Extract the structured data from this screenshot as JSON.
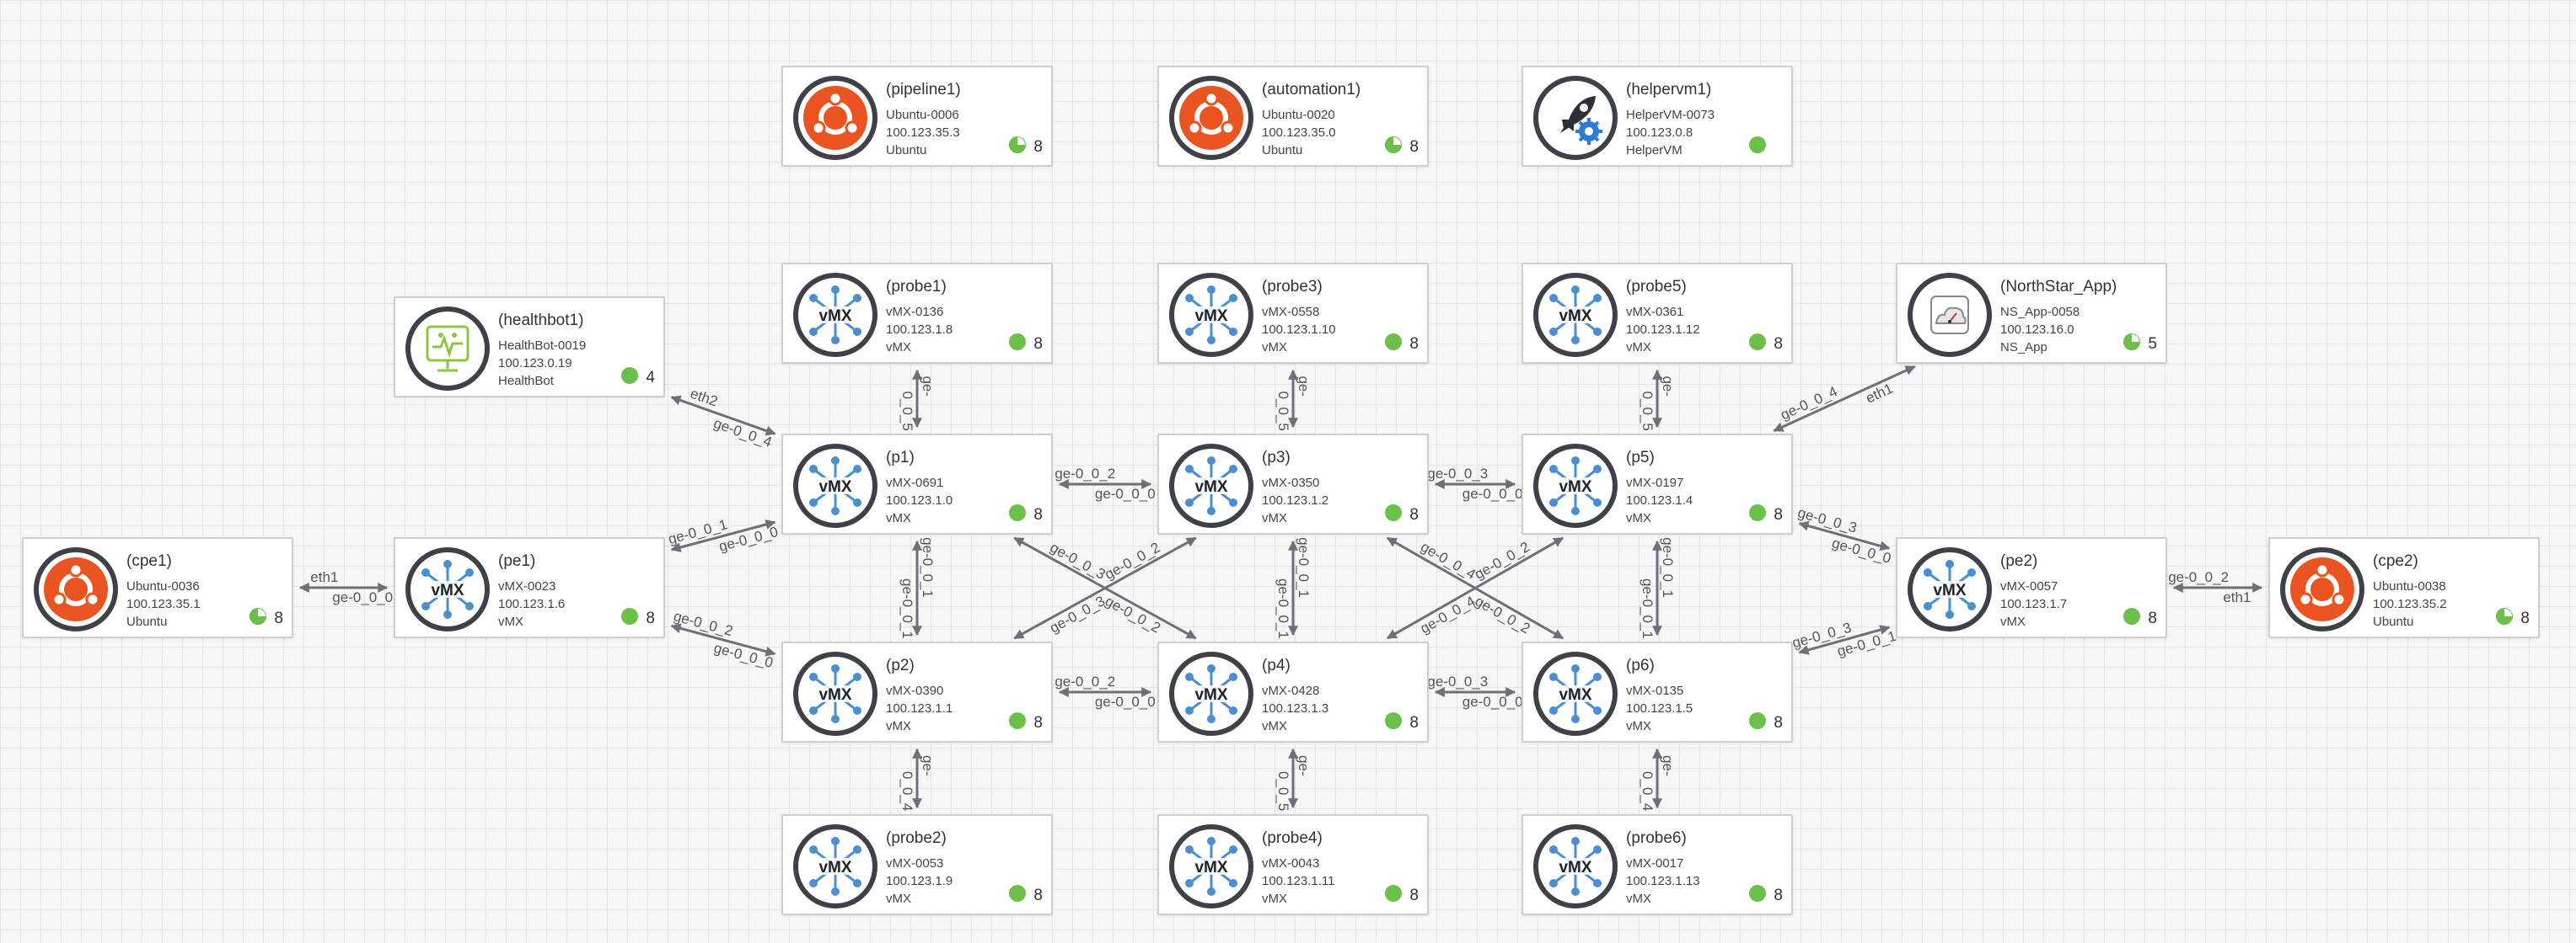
{
  "colors": {
    "link": "#6e7079",
    "status_ok": "#6cc04a",
    "ubuntu_orange": "#e95420",
    "vmx_blue": "#4a8fcf",
    "healthbot_green": "#8cc63f",
    "node_ring": "#3e4148"
  },
  "nodes": {
    "pipeline1": {
      "name": "(pipeline1)",
      "id": "Ubuntu-0006",
      "ip": "100.123.35.3",
      "type": "Ubuntu",
      "icon": "ubuntu-icon",
      "status": "partial",
      "count": "8"
    },
    "automation1": {
      "name": "(automation1)",
      "id": "Ubuntu-0020",
      "ip": "100.123.35.0",
      "type": "Ubuntu",
      "icon": "ubuntu-icon",
      "status": "partial",
      "count": "8"
    },
    "helpervm1": {
      "name": "(helpervm1)",
      "id": "HelperVM-0073",
      "ip": "100.123.0.8",
      "type": "HelperVM",
      "icon": "rocket-gear-icon",
      "status": "ok",
      "count": ""
    },
    "probe1": {
      "name": "(probe1)",
      "id": "vMX-0136",
      "ip": "100.123.1.8",
      "type": "vMX",
      "icon": "vmx-icon",
      "status": "ok",
      "count": "8"
    },
    "probe3": {
      "name": "(probe3)",
      "id": "vMX-0558",
      "ip": "100.123.1.10",
      "type": "vMX",
      "icon": "vmx-icon",
      "status": "ok",
      "count": "8"
    },
    "probe5": {
      "name": "(probe5)",
      "id": "vMX-0361",
      "ip": "100.123.1.12",
      "type": "vMX",
      "icon": "vmx-icon",
      "status": "ok",
      "count": "8"
    },
    "northstar": {
      "name": "(NorthStar_App)",
      "id": "NS_App-0058",
      "ip": "100.123.16.0",
      "type": "NS_App",
      "icon": "northstar-icon",
      "status": "partial",
      "count": "5"
    },
    "healthbot1": {
      "name": "(healthbot1)",
      "id": "HealthBot-0019",
      "ip": "100.123.0.19",
      "type": "HealthBot",
      "icon": "healthbot-icon",
      "status": "ok",
      "count": "4"
    },
    "p1": {
      "name": "(p1)",
      "id": "vMX-0691",
      "ip": "100.123.1.0",
      "type": "vMX",
      "icon": "vmx-icon",
      "status": "ok",
      "count": "8"
    },
    "p3": {
      "name": "(p3)",
      "id": "vMX-0350",
      "ip": "100.123.1.2",
      "type": "vMX",
      "icon": "vmx-icon",
      "status": "ok",
      "count": "8"
    },
    "p5": {
      "name": "(p5)",
      "id": "vMX-0197",
      "ip": "100.123.1.4",
      "type": "vMX",
      "icon": "vmx-icon",
      "status": "ok",
      "count": "8"
    },
    "cpe1": {
      "name": "(cpe1)",
      "id": "Ubuntu-0036",
      "ip": "100.123.35.1",
      "type": "Ubuntu",
      "icon": "ubuntu-icon",
      "status": "partial",
      "count": "8"
    },
    "pe1": {
      "name": "(pe1)",
      "id": "vMX-0023",
      "ip": "100.123.1.6",
      "type": "vMX",
      "icon": "vmx-icon",
      "status": "ok",
      "count": "8"
    },
    "pe2": {
      "name": "(pe2)",
      "id": "vMX-0057",
      "ip": "100.123.1.7",
      "type": "vMX",
      "icon": "vmx-icon",
      "status": "ok",
      "count": "8"
    },
    "cpe2": {
      "name": "(cpe2)",
      "id": "Ubuntu-0038",
      "ip": "100.123.35.2",
      "type": "Ubuntu",
      "icon": "ubuntu-icon",
      "status": "partial",
      "count": "8"
    },
    "p2": {
      "name": "(p2)",
      "id": "vMX-0390",
      "ip": "100.123.1.1",
      "type": "vMX",
      "icon": "vmx-icon",
      "status": "ok",
      "count": "8"
    },
    "p4": {
      "name": "(p4)",
      "id": "vMX-0428",
      "ip": "100.123.1.3",
      "type": "vMX",
      "icon": "vmx-icon",
      "status": "ok",
      "count": "8"
    },
    "p6": {
      "name": "(p6)",
      "id": "vMX-0135",
      "ip": "100.123.1.5",
      "type": "vMX",
      "icon": "vmx-icon",
      "status": "ok",
      "count": "8"
    },
    "probe2": {
      "name": "(probe2)",
      "id": "vMX-0053",
      "ip": "100.123.1.9",
      "type": "vMX",
      "icon": "vmx-icon",
      "status": "ok",
      "count": "8"
    },
    "probe4": {
      "name": "(probe4)",
      "id": "vMX-0043",
      "ip": "100.123.1.11",
      "type": "vMX",
      "icon": "vmx-icon",
      "status": "ok",
      "count": "8"
    },
    "probe6": {
      "name": "(probe6)",
      "id": "vMX-0017",
      "ip": "100.123.1.13",
      "type": "vMX",
      "icon": "vmx-icon",
      "status": "ok",
      "count": "8"
    }
  },
  "links": [
    {
      "from": "healthbot1",
      "to": "p1",
      "label_a": "eth2",
      "label_b": "ge-0_0_4"
    },
    {
      "from": "p5",
      "to": "northstar",
      "label_a": "ge-0_0_4",
      "label_b": "eth1"
    },
    {
      "from": "cpe1",
      "to": "pe1",
      "label_a": "eth1",
      "label_b": "ge-0_0_0"
    },
    {
      "from": "pe2",
      "to": "cpe2",
      "label_a": "ge-0_0_2",
      "label_b": "eth1"
    },
    {
      "from": "pe1",
      "to": "p1",
      "label_a": "ge-0_0_1",
      "label_b": "ge-0_0_0"
    },
    {
      "from": "pe1",
      "to": "p2",
      "label_a": "ge-0_0_2",
      "label_b": "ge-0_0_0"
    },
    {
      "from": "p5",
      "to": "pe2",
      "label_a": "ge-0_0_3",
      "label_b": "ge-0_0_0"
    },
    {
      "from": "p6",
      "to": "pe2",
      "label_a": "ge-0_0_3",
      "label_b": "ge-0_0_1"
    },
    {
      "from": "p1",
      "to": "p3",
      "label_a": "ge-0_0_2",
      "label_b": "ge-0_0_0"
    },
    {
      "from": "p3",
      "to": "p5",
      "label_a": "ge-0_0_3",
      "label_b": "ge-0_0_0"
    },
    {
      "from": "p2",
      "to": "p4",
      "label_a": "ge-0_0_2",
      "label_b": "ge-0_0_0"
    },
    {
      "from": "p4",
      "to": "p6",
      "label_a": "ge-0_0_3",
      "label_b": "ge-0_0_0"
    },
    {
      "from": "p1",
      "to": "p2",
      "label_a": "ge-0_0_1",
      "label_b": "ge-0_0_1"
    },
    {
      "from": "p3",
      "to": "p4",
      "label_a": "ge-0_0_1",
      "label_b": "ge-0_0_1"
    },
    {
      "from": "p5",
      "to": "p6",
      "label_a": "ge-0_0_1",
      "label_b": "ge-0_0_1"
    },
    {
      "from": "p1",
      "to": "p4",
      "label_a": "ge-0_0_3",
      "label_b": "ge-0_0_2"
    },
    {
      "from": "p3",
      "to": "p2",
      "label_a": "ge-0_0_2",
      "label_b": "ge-0_0_3"
    },
    {
      "from": "p3",
      "to": "p6",
      "label_a": "ge-0_0_4",
      "label_b": "ge-0_0_2"
    },
    {
      "from": "p5",
      "to": "p4",
      "label_a": "ge-0_0_2",
      "label_b": "ge-0_0_4"
    },
    {
      "from": "probe1",
      "to": "p1",
      "label_a": "ge-",
      "label_b": "0_0_5"
    },
    {
      "from": "probe3",
      "to": "p3",
      "label_a": "ge-",
      "label_b": "0_0_5"
    },
    {
      "from": "probe5",
      "to": "p5",
      "label_a": "ge-",
      "label_b": "0_0_5"
    },
    {
      "from": "p2",
      "to": "probe2",
      "label_a": "ge-",
      "label_b": "0_0_4"
    },
    {
      "from": "p4",
      "to": "probe4",
      "label_a": "ge-",
      "label_b": "0_0_5"
    },
    {
      "from": "p6",
      "to": "probe6",
      "label_a": "ge-",
      "label_b": "0_0_4"
    }
  ]
}
